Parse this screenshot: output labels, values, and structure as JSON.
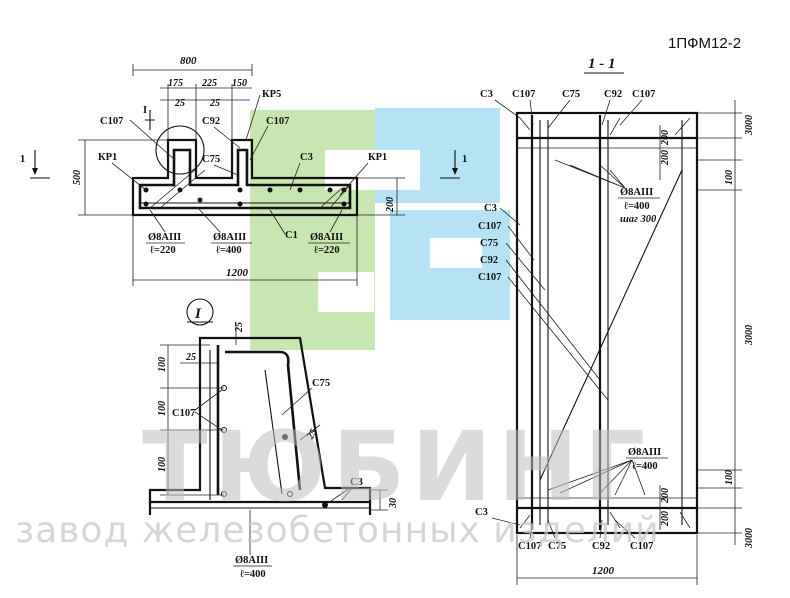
{
  "title": "1ПФМ12-2",
  "section_label": "1 - 1",
  "detail_label": "I",
  "cut_marker": "1",
  "cut_i_marker": "I",
  "watermark": {
    "main": "ТЮБИНГ",
    "sub": "завод железобетонных изделий"
  },
  "logo_colors": {
    "green": "#c8e6b0",
    "blue": "#b5e3f5"
  },
  "top_view": {
    "dims": {
      "total_top": "800",
      "d175": "175",
      "d225": "225",
      "d150": "150",
      "d25a": "25",
      "d25b": "25",
      "height": "500",
      "base_h": "200",
      "width_bottom": "1200"
    },
    "labels": {
      "c107": "С107",
      "c92": "С92",
      "kp5": "КР5",
      "c107b": "С107",
      "kp1_left": "КР1",
      "c75": "С75",
      "c3": "С3",
      "kp1_right": "КР1",
      "c1": "С1"
    },
    "rebar_notes": {
      "left": {
        "dia": "Ø8АIII",
        "len": "ℓ=220"
      },
      "mid": {
        "dia": "Ø8АIII",
        "len": "ℓ=400"
      },
      "right": {
        "dia": "Ø8АIII",
        "len": "ℓ=220"
      }
    }
  },
  "detail_view": {
    "dims": {
      "v100a": "100",
      "v100b": "100",
      "v100c": "100",
      "h25a": "25",
      "h25b": "25",
      "d25": "25",
      "d30": "30"
    },
    "labels": {
      "c107": "С107",
      "c75": "С75",
      "c3": "С3"
    },
    "rebar_note": {
      "dia": "Ø8АIII",
      "len": "ℓ=400"
    }
  },
  "section_view": {
    "dims": {
      "r3000a": "3000",
      "r3000b": "3000",
      "r3000c": "3000",
      "v200a": "200",
      "v200b": "200",
      "v100a": "100",
      "v100b": "100",
      "v200c": "200",
      "v200d": "200",
      "width": "1200"
    },
    "labels_top": {
      "c3": "С3",
      "c107a": "С107",
      "c75": "С75",
      "c92": "С92",
      "c107b": "С107"
    },
    "labels_left": {
      "c3": "С3",
      "c107a": "С107",
      "c75": "С75",
      "c92": "С92",
      "c107b": "С107"
    },
    "labels_bottom": {
      "c3": "С3",
      "c107a": "С107",
      "c75": "С75",
      "c92": "С92",
      "c107b": "С107"
    },
    "rebar_top": {
      "dia": "Ø8АIII",
      "len": "ℓ=400",
      "step": "шаг 300"
    },
    "rebar_bottom": {
      "dia": "Ø8АIII",
      "len": "ℓ=400"
    }
  }
}
